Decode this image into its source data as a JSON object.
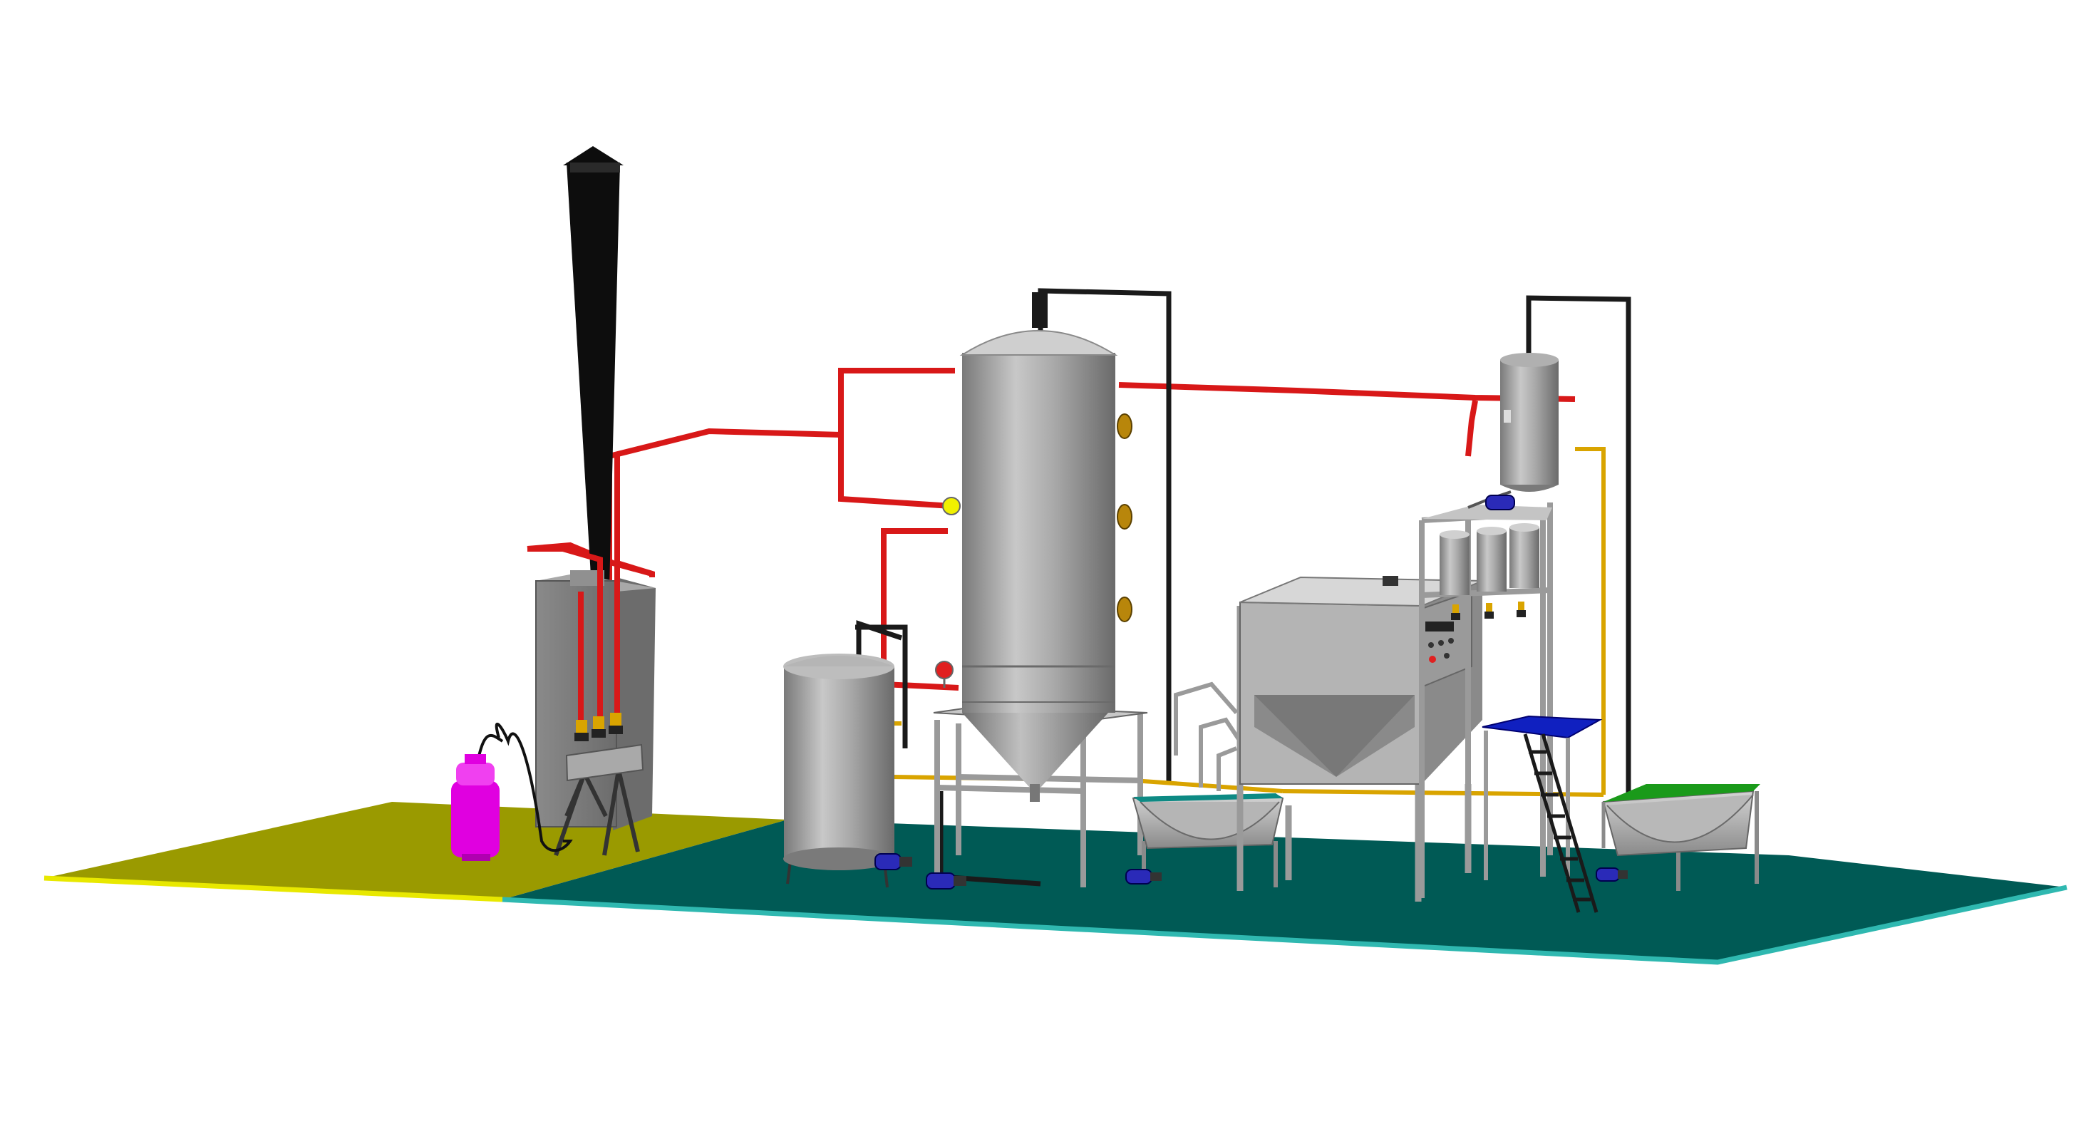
{
  "colors": {
    "background": "#ffffff",
    "floor_yellow": "#9a9a00",
    "floor_yellow_edge": "#e8e800",
    "floor_teal": "#005a55",
    "floor_teal_edge": "#2fb8b0",
    "steel": "#9a9a9a",
    "steel_light": "#cfcfcf",
    "steel_dark": "#5a5a5a",
    "pipe_red": "#d81818",
    "pipe_black": "#1a1a1a",
    "pipe_yellow": "#d9a400",
    "chimney": "#0d0d0d",
    "gas_cylinder": "#e000e0",
    "pump_blue": "#2a2ab8",
    "platform_blue": "#1020c0",
    "bin_green": "#1a9a1a",
    "valve_gold": "#b8860b",
    "gauge_red": "#e02020",
    "gauge_yellow": "#f0f000"
  },
  "equipment": [
    {
      "id": "chimney",
      "icon": "chimney-icon"
    },
    {
      "id": "furnace",
      "icon": "furnace-icon"
    },
    {
      "id": "gas-cylinder",
      "icon": "gas-cylinder-icon"
    },
    {
      "id": "storage-tank",
      "icon": "tank-icon"
    },
    {
      "id": "reactor-column",
      "icon": "reactor-icon"
    },
    {
      "id": "mixing-hopper",
      "icon": "hopper-icon"
    },
    {
      "id": "upper-vessel",
      "icon": "vessel-icon"
    },
    {
      "id": "filter-cartridges",
      "icon": "filter-icon"
    },
    {
      "id": "collection-trough-left",
      "icon": "trough-icon"
    },
    {
      "id": "collection-bin-right",
      "icon": "bin-icon"
    },
    {
      "id": "access-ladder",
      "icon": "ladder-icon"
    },
    {
      "id": "circulation-pumps",
      "icon": "pump-icon"
    }
  ]
}
